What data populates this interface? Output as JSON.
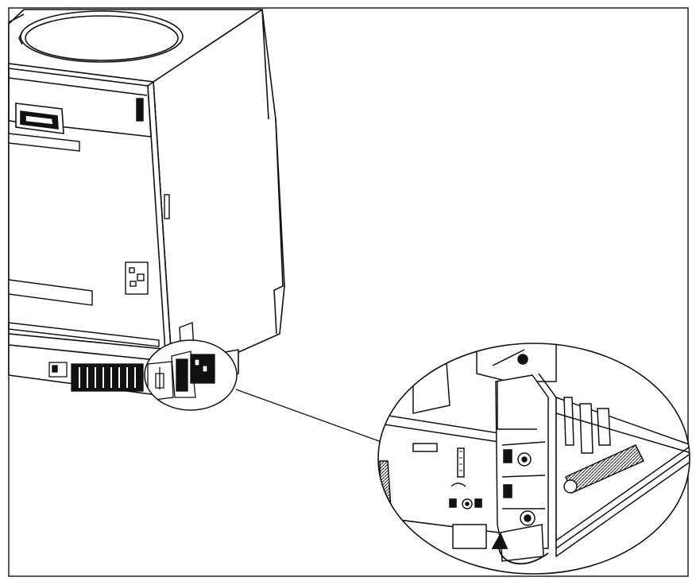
{
  "figure": {
    "description_visible_text": [],
    "colors": {
      "line": "#111111",
      "background": "#ffffff",
      "frame": "#222222"
    },
    "parts": [
      "dishwasher-body",
      "top-round-panel",
      "door-handle",
      "control-panel",
      "side-bracket",
      "kick-plate-vent",
      "detail-circle-small",
      "detail-callout-line",
      "detail-magnified-circle",
      "rotation-arrow"
    ]
  }
}
